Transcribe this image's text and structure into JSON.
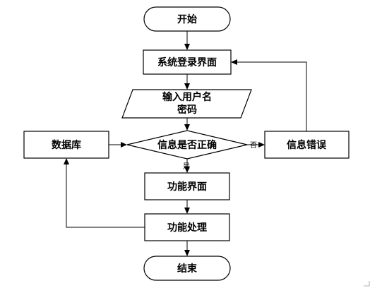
{
  "diagram": {
    "nodes": {
      "start": "开始",
      "login": "系统登录界面",
      "input_line1": "输入用户名",
      "input_line2": "密码",
      "check": "信息是否正确",
      "database": "数据库",
      "error": "信息错误",
      "function_ui": "功能界面",
      "function_process": "功能处理",
      "end": "结束"
    },
    "edge_labels": {
      "no": "否",
      "yes": "是"
    }
  }
}
